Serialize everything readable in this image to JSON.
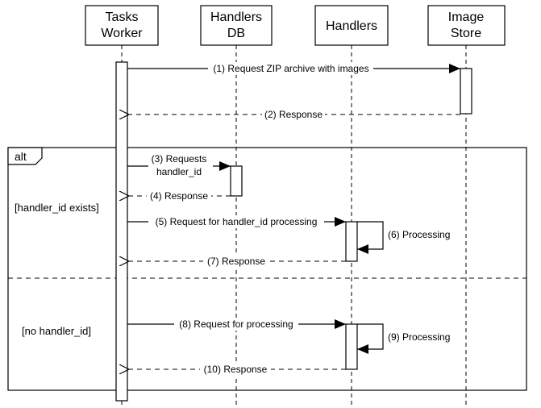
{
  "actors": [
    {
      "id": "worker",
      "lines": [
        "Tasks",
        "Worker"
      ]
    },
    {
      "id": "handlersdb",
      "lines": [
        "Handlers",
        "DB"
      ]
    },
    {
      "id": "handlers",
      "lines": [
        "Handlers"
      ]
    },
    {
      "id": "imagestore",
      "lines": [
        "Image",
        "Store"
      ]
    }
  ],
  "messages": [
    {
      "from": "worker",
      "to": "imagestore",
      "kind": "sync",
      "lines": [
        "(1) Request ZIP archive with images"
      ]
    },
    {
      "from": "imagestore",
      "to": "worker",
      "kind": "reply",
      "lines": [
        "(2) Response"
      ]
    },
    {
      "from": "worker",
      "to": "handlersdb",
      "kind": "sync",
      "lines": [
        "(3) Requests",
        "handler_id"
      ]
    },
    {
      "from": "handlersdb",
      "to": "worker",
      "kind": "reply",
      "lines": [
        "(4) Response"
      ]
    },
    {
      "from": "worker",
      "to": "handlers",
      "kind": "sync",
      "lines": [
        "(5) Request for handler_id processing"
      ]
    },
    {
      "from": "handlers",
      "to": "handlers",
      "kind": "self",
      "lines": [
        "(6) Processing"
      ]
    },
    {
      "from": "handlers",
      "to": "worker",
      "kind": "reply",
      "lines": [
        "(7) Response"
      ]
    },
    {
      "from": "worker",
      "to": "handlers",
      "kind": "sync",
      "lines": [
        "(8) Request for processing"
      ]
    },
    {
      "from": "handlers",
      "to": "handlers",
      "kind": "self",
      "lines": [
        "(9) Processing"
      ]
    },
    {
      "from": "handlers",
      "to": "worker",
      "kind": "reply",
      "lines": [
        "(10) Response"
      ]
    }
  ],
  "alt_fragment": {
    "label": "alt",
    "guards": [
      "[handler_id exists]",
      "[no handler_id]"
    ]
  }
}
